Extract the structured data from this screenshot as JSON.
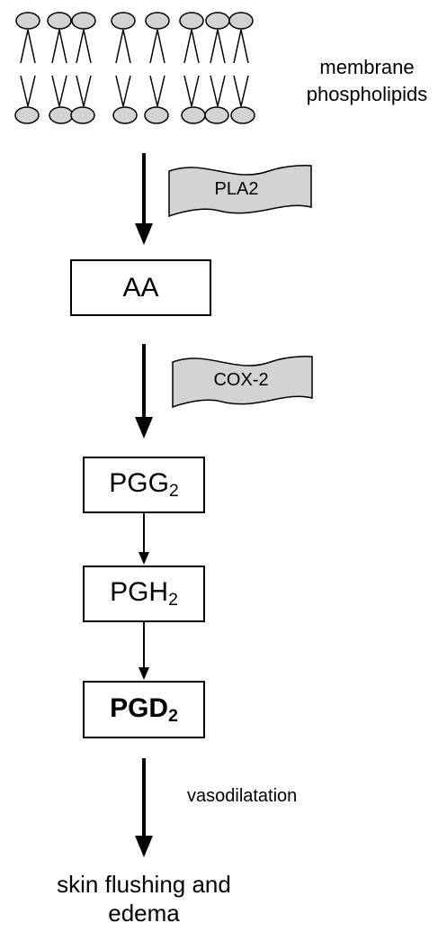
{
  "membrane": {
    "label_line1": "membrane",
    "label_line2": "phospholipids"
  },
  "enzymes": {
    "pla2": "PLA2",
    "cox2": "COX-2"
  },
  "nodes": {
    "aa": "AA",
    "pgg_base": "PGG",
    "pgg_sub": "2",
    "pgh_base": "PGH",
    "pgh_sub": "2",
    "pgd_base": "PGD",
    "pgd_sub": "2"
  },
  "effect": {
    "label": "vasodilatation"
  },
  "outcome": {
    "line1": "skin flushing and",
    "line2": "edema"
  },
  "colors": {
    "flag_fill": "#d3d3d3",
    "stroke": "#000000"
  }
}
